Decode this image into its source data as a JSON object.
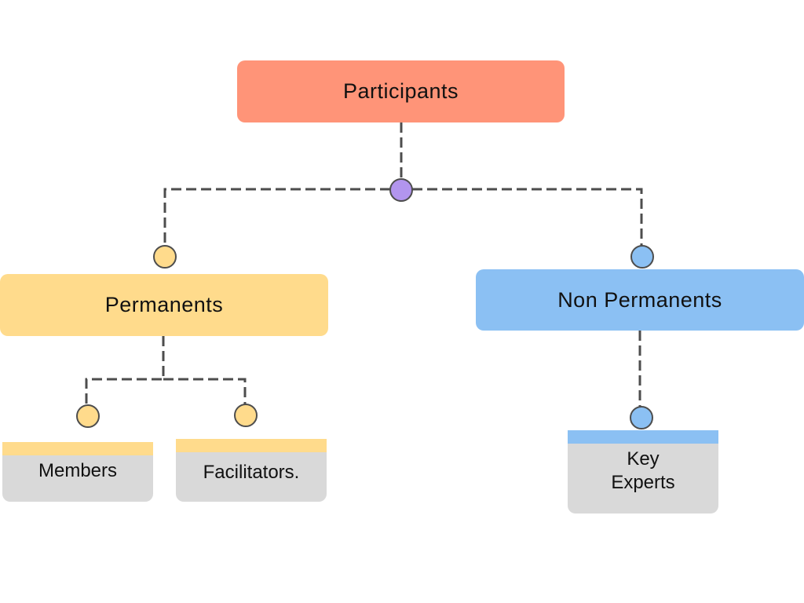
{
  "diagram": {
    "root": {
      "label": "Participants",
      "color": "#ff9478"
    },
    "hub": {
      "color": "#b295ee"
    },
    "permanents": {
      "label": "Permanents",
      "color": "#ffdb8c",
      "children": [
        {
          "label": "Members"
        },
        {
          "label": "Facilitators."
        }
      ]
    },
    "non_permanents": {
      "label": "Non Permanents",
      "color": "#8bc0f3",
      "children": [
        {
          "label": "Key\nExperts"
        }
      ]
    },
    "leaf_body_color": "#d9d9d9",
    "connector_color": "#4d4d4d"
  }
}
